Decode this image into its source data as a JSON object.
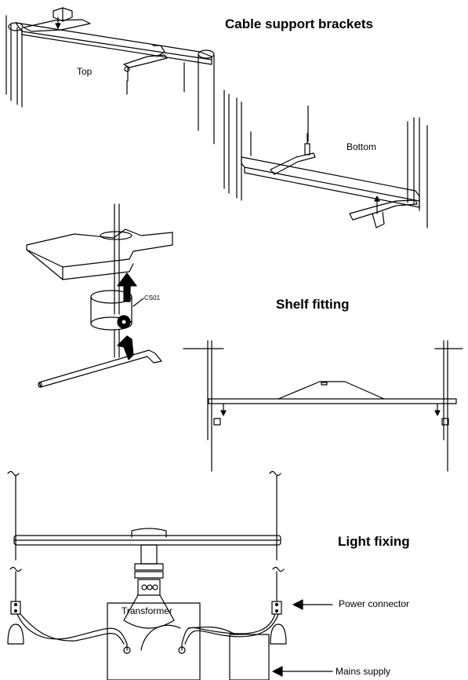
{
  "headings": {
    "cable_brackets": "Cable support brackets",
    "shelf_fitting": "Shelf fitting",
    "light_fixing": "Light fixing"
  },
  "labels": {
    "top": "Top",
    "bottom": "Bottom",
    "part_code": "CS01",
    "transformer": "Transformer",
    "power_connector": "Power connector",
    "mains_supply": "Mains supply"
  }
}
